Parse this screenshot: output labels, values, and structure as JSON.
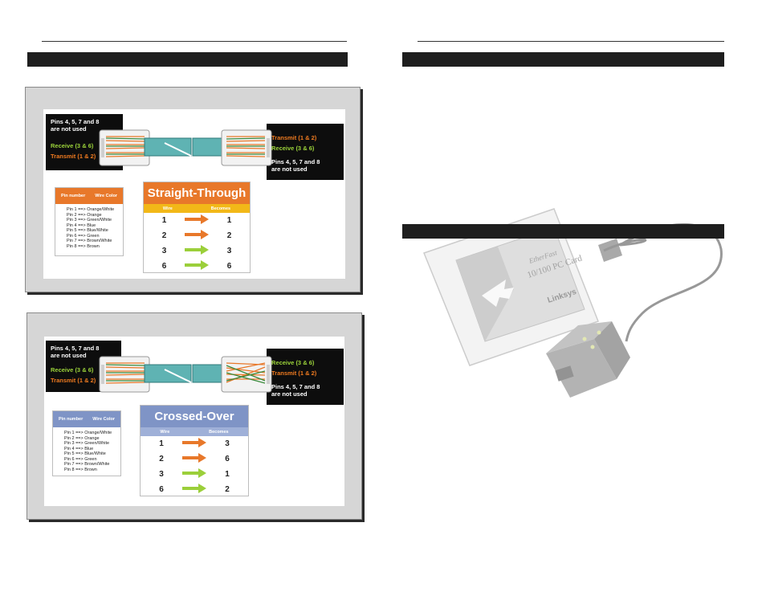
{
  "figures": [
    {
      "left_block": {
        "line1": "Pins 4, 5, 7 and 8",
        "line2": "are not used",
        "rx": "Receive (3 & 6)",
        "tx": "Transmit (1 & 2)"
      },
      "right_block": {
        "top1": "Transmit (1 & 2)",
        "top2": "Receive (3 & 6)",
        "note1": "Pins 4, 5, 7 and 8",
        "note2": "are not used"
      },
      "pin_table": {
        "header_left": "Pin number",
        "header_right": "Wire Color",
        "header_color": "#e8782a",
        "rows": [
          "Pin 1 ==> Orange/White",
          "Pin 2 ==> Orange",
          "Pin 3 ==> Green/White",
          "Pin 4 ==> Blue",
          "Pin 5 ==> Blue/White",
          "Pin 6 ==> Green",
          "Pin 7 ==> Brown/White",
          "Pin 8 ==> Brown"
        ]
      },
      "map": {
        "title": "Straight-Through",
        "title_color": "#e8782a",
        "sub_color": "#f2b818",
        "col_wire": "Wire",
        "col_becomes": "Becomes",
        "rows": [
          {
            "wire": "1",
            "becomes": "1",
            "arrow": "#e8782a"
          },
          {
            "wire": "2",
            "becomes": "2",
            "arrow": "#e8782a"
          },
          {
            "wire": "3",
            "becomes": "3",
            "arrow": "#9bcf3a"
          },
          {
            "wire": "6",
            "becomes": "6",
            "arrow": "#9bcf3a"
          }
        ]
      }
    },
    {
      "left_block": {
        "line1": "Pins 4, 5, 7 and 8",
        "line2": "are not used",
        "rx": "Receive (3 & 6)",
        "tx": "Transmit (1 & 2)"
      },
      "right_block": {
        "top1": "Receive (3 & 6)",
        "top2": "Transmit (1 & 2)",
        "note1": "Pins 4, 5, 7 and 8",
        "note2": "are not used"
      },
      "pin_table": {
        "header_left": "Pin number",
        "header_right": "Wire Color",
        "header_color": "#7f94c6",
        "rows": [
          "Pin 1 ==> Orange/White",
          "Pin 2 ==> Orange",
          "Pin 3 ==> Green/White",
          "Pin 4 ==> Blue",
          "Pin 5 ==> Blue/White",
          "Pin 6 ==> Green",
          "Pin 7 ==> Brown/White",
          "Pin 8 ==> Brown"
        ]
      },
      "map": {
        "title": "Crossed-Over",
        "title_color": "#7f94c6",
        "sub_color": "#9fb0d8",
        "col_wire": "Wire",
        "col_becomes": "Becomes",
        "rows": [
          {
            "wire": "1",
            "becomes": "3",
            "arrow": "#e8782a"
          },
          {
            "wire": "2",
            "becomes": "6",
            "arrow": "#e8782a"
          },
          {
            "wire": "3",
            "becomes": "1",
            "arrow": "#9bcf3a"
          },
          {
            "wire": "6",
            "becomes": "2",
            "arrow": "#9bcf3a"
          }
        ]
      }
    }
  ],
  "pc_card": {
    "brand_line1": "EtherFast",
    "brand_line2": "10/100 PC Card",
    "logo": "Linksys"
  }
}
